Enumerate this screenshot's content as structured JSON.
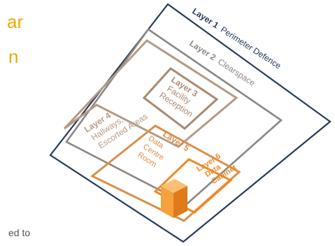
{
  "heading": {
    "line1_fragment": "ar",
    "line2_fragment": "n"
  },
  "footnote_fragment": "ed to",
  "colors": {
    "layer1": "#263a5a",
    "layer2": "#8a8782",
    "layer3": "#a88a72",
    "layer4": "#b59a84",
    "layer5": "#d98f4a",
    "layer6": "#f08a24",
    "accent": "#f0a800",
    "cabinet_front": "#f5a23c",
    "cabinet_side": "#e07b1a",
    "cabinet_top": "#fbbf73"
  },
  "layers": {
    "layer1": {
      "bold": "Layer 1",
      "text": "Perimeter Defence"
    },
    "layer2": {
      "bold": "Layer 2",
      "text": "Clearspace"
    },
    "layer3": {
      "bold": "Layer 3",
      "line1": "Facility",
      "line2": "Reception"
    },
    "layer4": {
      "bold": "Layer 4",
      "line1": "Hallways,",
      "line2": "Escorted Areas"
    },
    "layer5": {
      "bold": "Layer 5",
      "line1": "Data",
      "line2": "Centre",
      "line3": "Room"
    },
    "layer6": {
      "line1": "Layer 6",
      "line2": "Data",
      "line3": "Cabinet"
    }
  },
  "cabinet_icon": "server-cabinet-icon"
}
